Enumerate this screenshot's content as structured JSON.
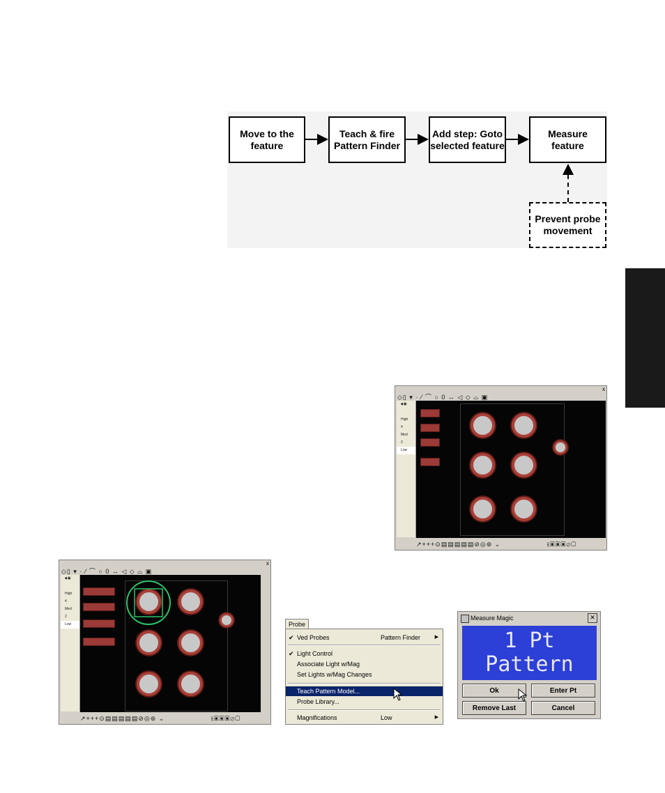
{
  "flowchart": {
    "steps": [
      "Move to the feature",
      "Teach & fire Pattern Finder",
      "Add step: Goto selected feature",
      "Measure feature"
    ],
    "optional_step": "Prevent probe movement"
  },
  "video_window": {
    "light_levels": [
      "High",
      "4",
      "Med",
      "2",
      "Low"
    ],
    "selected_light": "Low",
    "close_glyph": "x"
  },
  "probe_menu": {
    "tab": "Probe",
    "items": [
      {
        "label": "Ved Probes",
        "sub": "Pattern Finder",
        "checked": true,
        "arrow": true
      },
      {
        "label": "Light Control",
        "checked": true
      },
      {
        "label": "Associate Light w/Mag"
      },
      {
        "label": "Set Lights w/Mag Changes"
      },
      {
        "label": "Teach Pattern Model...",
        "highlighted": true
      },
      {
        "label": "Probe Library..."
      },
      {
        "label": "Magnifications",
        "sub": "Low",
        "arrow": true
      }
    ]
  },
  "measure_magic": {
    "title": "Measure Magic",
    "display_line1": "1 Pt",
    "display_line2": "Pattern",
    "buttons": [
      "Ok",
      "Enter Pt",
      "Remove Last",
      "Cancel"
    ]
  }
}
